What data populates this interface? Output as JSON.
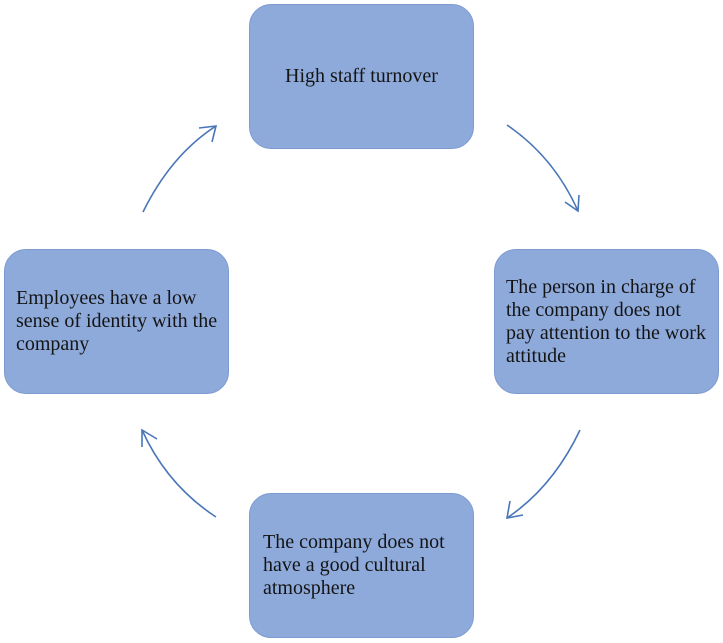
{
  "colors": {
    "node_fill": "#8eaadb",
    "node_border": "#7d9bd1",
    "arrow": "#4a76b8",
    "text": "#141414"
  },
  "nodes": {
    "top": {
      "text": "High staff turnover"
    },
    "right": {
      "text": "The person in charge of the company does not pay attention to the work attitude"
    },
    "bottom": {
      "text": "The company does not have a good cultural atmosphere"
    },
    "left": {
      "text": "Employees have a low sense of identity with the company"
    }
  }
}
